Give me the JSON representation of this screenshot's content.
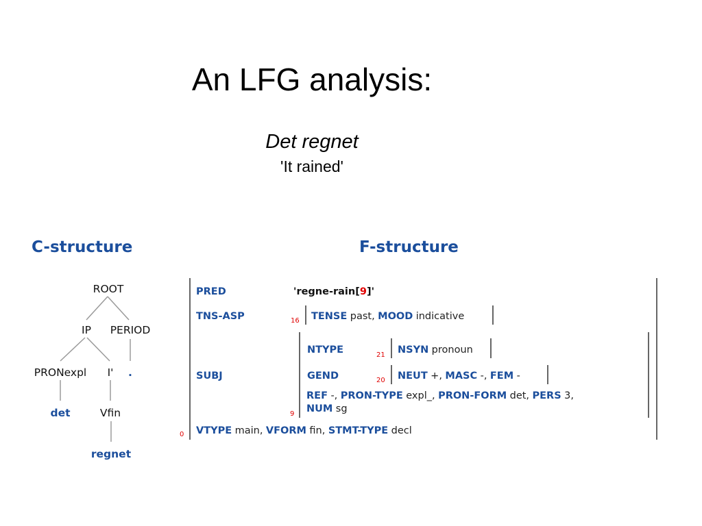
{
  "slide": {
    "title": "An LFG analysis:",
    "sentence": "Det regnet",
    "gloss": "'It rained'"
  },
  "cstructure": {
    "heading": "C-structure",
    "nodes": {
      "root": "ROOT",
      "ip": "IP",
      "period": "PERIOD",
      "pronexpl": "PRONexpl",
      "ibar": "I'",
      "dot": ".",
      "det": "det",
      "vfin": "Vfin",
      "regnet": "regnet"
    }
  },
  "fstructure": {
    "heading": "F-structure",
    "outer_index": "0",
    "pred": {
      "attr": "PRED",
      "open": "'regne-rain[",
      "index": "9",
      "close": "]'"
    },
    "tns_asp": {
      "attr": "TNS-ASP",
      "index": "16",
      "tense_attr": "TENSE",
      "tense_val": "past,",
      "mood_attr": "MOOD",
      "mood_val": "indicative"
    },
    "subj": {
      "attr": "SUBJ",
      "index": "9",
      "ntype": {
        "attr": "NTYPE",
        "index": "21",
        "nsyn_attr": "NSYN",
        "nsyn_val": "pronoun"
      },
      "gend": {
        "attr": "GEND",
        "index": "20",
        "neut_attr": "NEUT",
        "neut_val": "+,",
        "masc_attr": "MASC",
        "masc_val": "-,",
        "fem_attr": "FEM",
        "fem_val": "-"
      },
      "ref_attr": "REF",
      "ref_val": "-,",
      "pron_type_attr": "PRON-TYPE",
      "pron_type_val": "expl_,",
      "pron_form_attr": "PRON-FORM",
      "pron_form_val": "det,",
      "pers_attr": "PERS",
      "pers_val": "3,",
      "num_attr": "NUM",
      "num_val": "sg"
    },
    "last_row": {
      "vtype_attr": "VTYPE",
      "vtype_val": "main,",
      "vform_attr": "VFORM",
      "vform_val": "fin,",
      "stmt_type_attr": "STMT-TYPE",
      "stmt_type_val": "decl"
    }
  }
}
